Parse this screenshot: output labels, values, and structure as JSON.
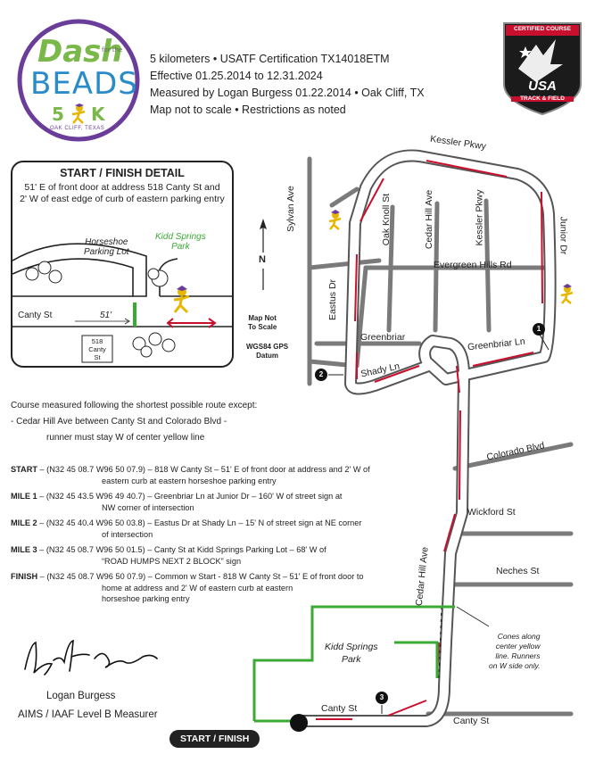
{
  "logo": {
    "line1": "Dash",
    "for_the": "for the",
    "line2": "BEADS",
    "race": "5",
    "race_k": "K",
    "location": "OAK CLIFF, TEXAS"
  },
  "header": {
    "line1": "5 kilometers • USATF Certification TX14018ETM",
    "line2": "Effective 01.25.2014 to 12.31.2024",
    "line3": "Measured by Logan Burgess 01.22.2014 • Oak Cliff, TX",
    "line4": "Map not to scale • Restrictions as noted"
  },
  "usatf_badge": {
    "top": "CERTIFIED COURSE",
    "main": "USA",
    "sub": "TRACK & FIELD"
  },
  "detail": {
    "title": "START / FINISH DETAIL",
    "desc1": "51' E of front door at address 518 Canty St and",
    "desc2": "2' W of east edge of curb of eastern parking entry",
    "lot1": "Horseshoe",
    "lot2": "Parking Lot",
    "park1": "Kidd Springs",
    "park2": "Park",
    "street": "Canty St",
    "dist": "51'",
    "addr1": "518",
    "addr2": "Canty",
    "addr3": "St"
  },
  "north": {
    "label": "N",
    "note1": "Map Not",
    "note2": "To Scale",
    "datum1": "WGS84 GPS",
    "datum2": "Datum"
  },
  "notes": {
    "line1": "Course measured following the shortest possible route except:",
    "line2": "- Cedar Hill Ave between Canty St and Colorado Blvd -",
    "line3": "runner must stay W of center yellow line"
  },
  "waypoints": [
    {
      "label": "START",
      "text1": " – (N32 45 08.7 W96 50 07.9) – 818 W Canty St – 51' E of front door at address and 2' W of",
      "text2": "eastern curb at eastern horseshoe parking entry"
    },
    {
      "label": "MILE 1",
      "text1": " – (N32 45 43.5 W96 49 40.7) – Greenbriar Ln at Junior Dr – 160' W of street sign at",
      "text2": "NW corner of intersection"
    },
    {
      "label": "MILE 2",
      "text1": " – (N32 45 40.4 W96 50 03.8) – Eastus Dr at Shady Ln – 15' N of street sign at NE corner",
      "text2": "of intersection"
    },
    {
      "label": "MILE 3",
      "text1": " – (N32 45 08.7 W96 50 01.5) – Canty St at Kidd Springs Parking Lot – 68' W of",
      "text2": "“ROAD HUMPS NEXT 2 BLOCK” sign"
    },
    {
      "label": "FINISH",
      "text1": " – (N32 45 08.7 W96 50 07.9) – Common w Start - 818 W Canty St – 51' E of front door to",
      "text2": "home at address and 2' W of eastern curb at eastern",
      "text3": "horseshoe parking entry"
    }
  ],
  "signature": {
    "name": "Logan Burgess",
    "title": "AIMS / IAAF Level B Measurer"
  },
  "streets": {
    "kessler_pkwy": "Kessler Pkwy",
    "kessler_pkwy_v": "Kessler Pkwy",
    "sylvan": "Sylvan Ave",
    "oak_knoll": "Oak Knoll St",
    "cedar_hill_top": "Cedar Hill Ave",
    "junior": "Junior Dr",
    "evergreen": "Evergreen Hills Rd",
    "eastus": "Eastus Dr",
    "greenbriar": "Greenbriar",
    "greenbriar_ln": "Greenbriar Ln",
    "shady": "Shady Ln",
    "colorado": "Colorado Blvd",
    "wickford": "Wickford St",
    "neches": "Neches St",
    "cedar_hill_bottom": "Cedar Hill Ave",
    "canty_left": "Canty St",
    "canty_right": "Canty St",
    "park1": "Kidd Springs",
    "park2": "Park",
    "cones1": "Cones along",
    "cones2": "center yellow",
    "cones3": "line. Runners",
    "cones4": "on W side only."
  },
  "markers": {
    "m1": "1",
    "m2": "2",
    "m3": "3",
    "start_finish": "START / FINISH"
  },
  "colors": {
    "route_red": "#c8102e",
    "green": "#3aaa35",
    "purple": "#6a3d9a",
    "logo_green": "#7bb84a",
    "logo_blue": "#2a8bc9",
    "gold": "#e8b600"
  }
}
